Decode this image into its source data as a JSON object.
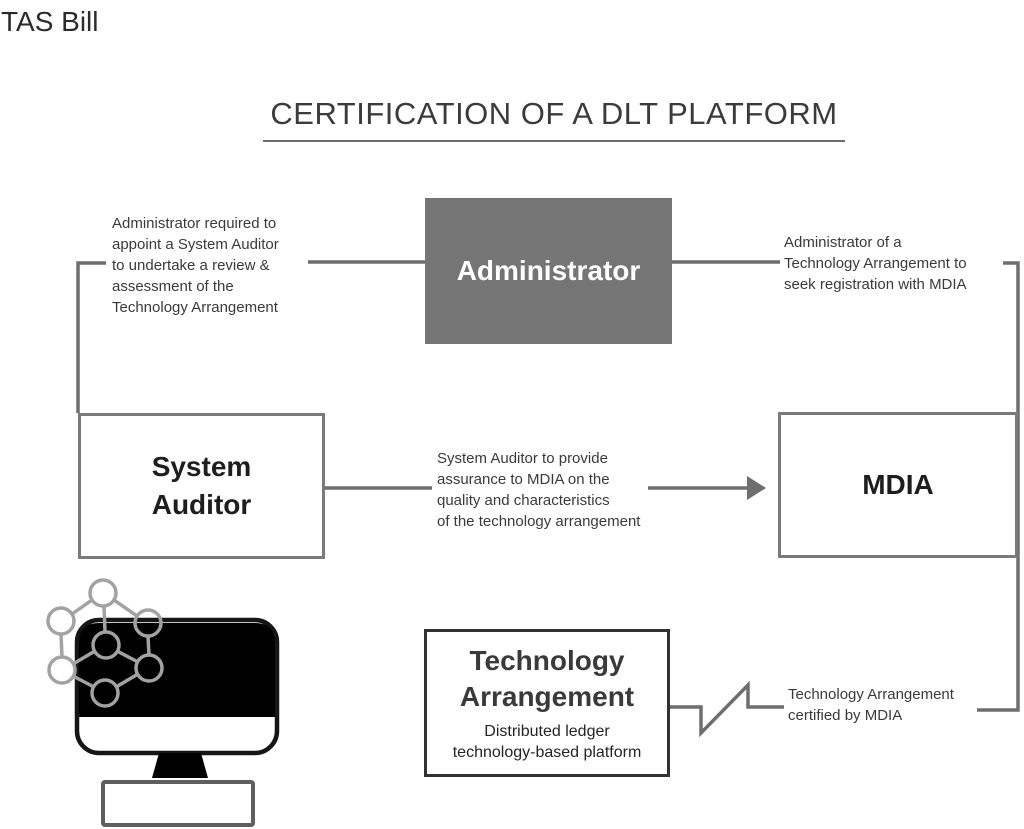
{
  "page": {
    "watermark": "TAS Bill",
    "title": "CERTIFICATION OF A DLT PLATFORM"
  },
  "nodes": {
    "administrator": {
      "label": "Administrator"
    },
    "system_auditor": {
      "label": "System\nAuditor"
    },
    "mdia": {
      "label": "MDIA"
    },
    "technology_arrangement": {
      "label": "Technology\nArrangement",
      "sublabel": "Distributed ledger\ntechnology-based platform"
    }
  },
  "annotations": {
    "admin_appoint_auditor": "Administrator required to\nappoint a System Auditor\nto undertake a review &\nassessment of the\nTechnology Arrangement",
    "admin_registration": "Administrator of a\nTechnology Arrangement to\nseek registration with MDIA",
    "auditor_assurance": "System Auditor to provide\nassurance to MDIA on the\nquality and characteristics\nof the technology arrangement",
    "ta_certified": "Technology Arrangement\ncertified by MDIA"
  },
  "icons": {
    "dlt_platform": "monitor-with-network-graph-icon"
  },
  "colors": {
    "administrator_box_fill": "#757575",
    "administrator_box_text": "#ffffff",
    "outline_box_border": "#7a7a7a",
    "ta_box_border": "#323232",
    "connector_line": "#6e6e6e",
    "network_graph": "#a2a2a2",
    "text": "#3a3a3a",
    "monitor_screen": "#000000"
  }
}
